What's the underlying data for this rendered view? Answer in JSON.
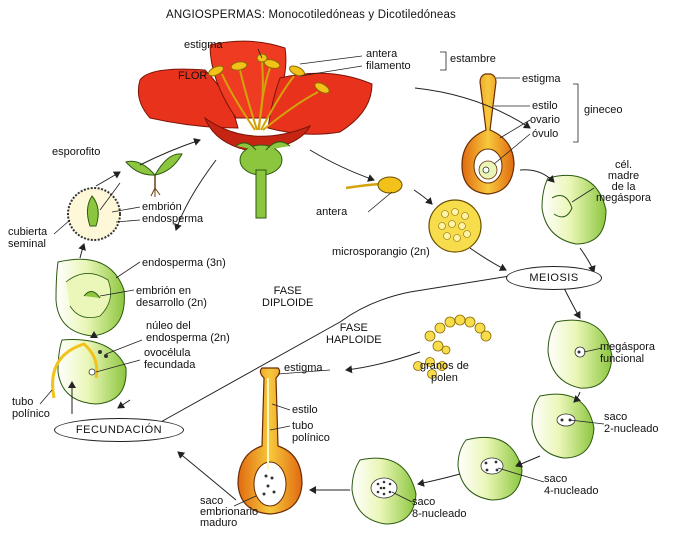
{
  "title": "ANGIOSPERMAS: Monocotiledóneas y Dicotiledóneas",
  "labels": {
    "flor": "FLOR",
    "estigma_top": "estigma",
    "antera_top": "antera",
    "filamento": "filamento",
    "estambre": "estambre",
    "gin_estigma": "estigma",
    "estilo": "estilo",
    "ovario": "ovario",
    "ovulo": "óvulo",
    "gineceo": "gineceo",
    "cel_madre": "cél.\nmadre\nde la\nmegáspora",
    "antera_mid": "antera",
    "microsporangio": "microsporangio (2n)",
    "meiosis": "MEIOSIS",
    "esporofito": "esporofito",
    "embrion": "embrión",
    "endosperma": "endosperma",
    "cubierta": "cubierta\nseminal",
    "endosperma3n": "endosperma (3n)",
    "embrion_des": "embrión en\ndesarrollo (2n)",
    "fase_diploide": "FASE\nDIPLOIDE",
    "fase_haploide": "FASE\nHAPLOIDE",
    "nucleo": "núleo del\nendosperma (2n)",
    "ovocelula": "ovocélula\nfecundada",
    "tubo_pol_left": "tubo\npolínico",
    "fecundacion": "FECUNDACIÓN",
    "estigma_bottom": "estigma",
    "granos": "granos de\npolen",
    "megaspora": "megáspora\nfuncional",
    "saco2": "saco\n2-nucleado",
    "estilo_bottom": "estilo",
    "tubo_pol_mid": "tubo\npolínico",
    "saco4": "saco\n4-nucleado",
    "saco_embrionario": "saco\nembrionario\nmaduro",
    "saco8": "saco\n8-nucleado"
  },
  "colors": {
    "petal": "#e8321c",
    "petal_dark": "#b8200f",
    "anther": "#f2c21a",
    "green": "#8cc63f",
    "light_green": "#dcef9a",
    "orange": "#f08a1e",
    "yellow": "#f7dd4b"
  }
}
